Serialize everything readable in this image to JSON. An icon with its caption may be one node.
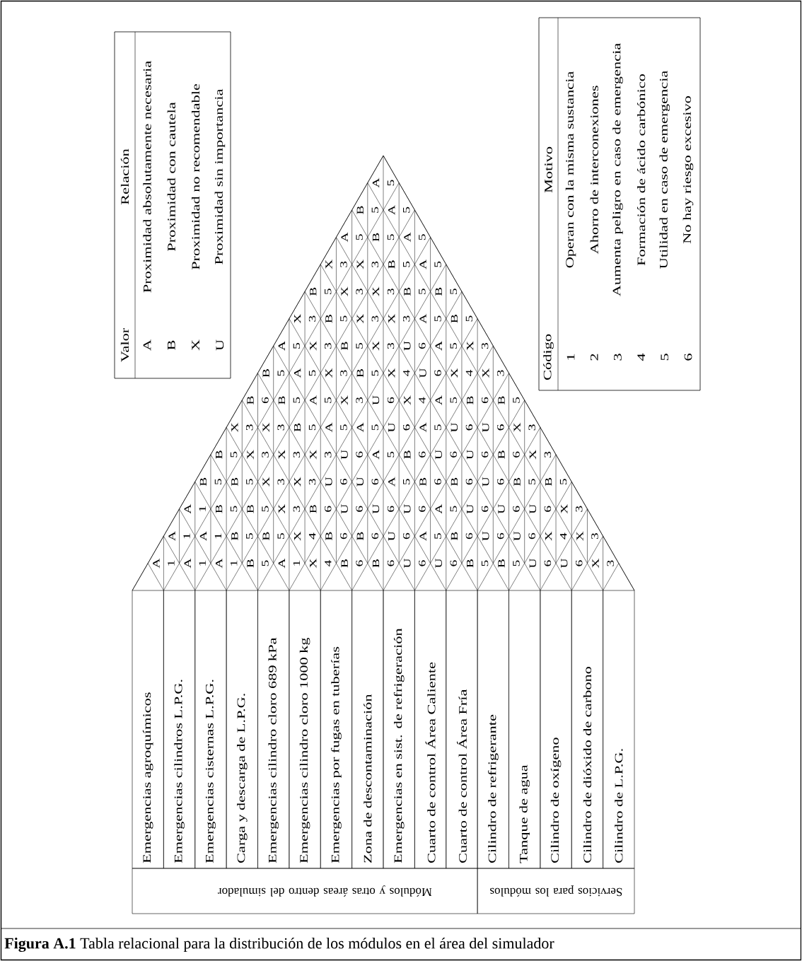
{
  "diagram": {
    "caption": "**Figura A.1** Tabla relacional para la distribución de los módulos en el área del simulador",
    "nodes": [
      {
        "text": [
          "Emergencias agroquímicos"
        ]
      },
      {
        "text": [
          "Emergencias cilindros L.P.G."
        ]
      },
      {
        "text": [
          "Emergencias cisternas L.P.G."
        ]
      },
      {
        "text": [
          "Carga y descarga de L.P.G."
        ]
      },
      {
        "text": [
          "Emergencias cilindro cloro 689 kPa"
        ]
      },
      {
        "text": [
          "Emergencias cilindro cloro 1000 kg"
        ]
      },
      {
        "text": [
          "Emergencias por fugas en tuberías"
        ]
      },
      {
        "text": [
          "Zona de descontaminación"
        ]
      },
      {
        "text": [
          "Emergencias en sist. de refrigeración"
        ]
      },
      {
        "text": [
          "Cuarto de control Área Caliente"
        ]
      },
      {
        "text": [
          "Cuarto de control Área Fría"
        ]
      },
      {
        "text": [
          "Cilindro de refrigerante"
        ]
      },
      {
        "text": [
          "Tanque de agua"
        ]
      },
      {
        "text": [
          "Cilindro de oxígeno"
        ]
      },
      {
        "text": [
          "Cilindro de dióxido de carbono"
        ]
      },
      {
        "text": [
          "Cilindro de L.P.G."
        ]
      },
      {
        "text": [
          "Módulos y otras áreas dentro del simulador"
        ]
      },
      {
        "text": [
          "Servicios para los módulos"
        ]
      }
    ],
    "labels": [
      "Valor",
      "Relación",
      "A",
      "Proximidad absolutamente necesaria",
      "B",
      "Proximidad con cautela",
      "X",
      "Proximidad no recomendable",
      "U",
      "Proximidad sin importancia",
      "Código",
      "Motivo",
      "1",
      "Operan con la misma sustancia",
      "2",
      "Ahorro de interconexiones",
      "3",
      "Aumenta peligro en caso de emergencia",
      "4",
      "Formación de ácido carbónico",
      "5",
      "Utilidad en caso de emergencia",
      "6",
      "No hay riesgo excesivo",
      "A",
      "1",
      "A",
      "1",
      "A",
      "1",
      "B",
      "5",
      "B",
      "5",
      "X",
      "3",
      "B",
      "6",
      "B",
      "5",
      "A",
      "5",
      "X",
      "3",
      "B",
      "5",
      "X",
      "3",
      "A",
      "5",
      "B",
      "5",
      "A",
      "5",
      "A",
      "1",
      "A",
      "1",
      "B",
      "5",
      "B",
      "5",
      "X",
      "3",
      "X",
      "3",
      "B",
      "5",
      "A",
      "5",
      "X",
      "3",
      "B",
      "5",
      "X",
      "3",
      "X",
      "3",
      "B",
      "5",
      "A",
      "5",
      "A",
      "1",
      "B",
      "5",
      "B",
      "5",
      "X",
      "3",
      "X",
      "3",
      "B",
      "5",
      "A",
      "5",
      "X",
      "3",
      "B",
      "5",
      "X",
      "3",
      "X",
      "3",
      "B",
      "5",
      "A",
      "5",
      "B",
      "5",
      "B",
      "5",
      "X",
      "3",
      "X",
      "3",
      "X",
      "3",
      "A",
      "5",
      "X",
      "3",
      "B",
      "5",
      "X",
      "3",
      "X",
      "3",
      "B",
      "5",
      "A",
      "5",
      "A",
      "1",
      "X",
      "4",
      "B",
      "6",
      "U",
      "6",
      "U",
      "6",
      "A",
      "5",
      "U",
      "6",
      "X",
      "4",
      "U",
      "6",
      "A",
      "5",
      "B",
      "5",
      "X",
      "4",
      "B",
      "6",
      "U",
      "6",
      "U",
      "6",
      "A",
      "5",
      "U",
      "6",
      "X",
      "4",
      "U",
      "6",
      "A",
      "5",
      "B",
      "5",
      "B",
      "6",
      "B",
      "6",
      "U",
      "6",
      "A",
      "5",
      "B",
      "6",
      "A",
      "5",
      "A",
      "5",
      "X",
      "4",
      "X",
      "3",
      "B",
      "6",
      "U",
      "6",
      "U",
      "6",
      "B",
      "6",
      "U",
      "6",
      "U",
      "6",
      "B",
      "6",
      "X",
      "3",
      "U",
      "6",
      "A",
      "5",
      "A",
      "5",
      "B",
      "6",
      "U",
      "6",
      "U",
      "6",
      "B",
      "5",
      "U",
      "6",
      "B",
      "6",
      "U",
      "6",
      "U",
      "6",
      "B",
      "6",
      "X",
      "3",
      "B",
      "5",
      "U",
      "6",
      "U",
      "6",
      "B",
      "5",
      "X",
      "3",
      "B",
      "5",
      "U",
      "6",
      "U",
      "6",
      "B",
      "5",
      "U",
      "6",
      "X",
      "4",
      "X",
      "3",
      "U",
      "6",
      "X",
      "3",
      "X",
      "3"
    ]
  }
}
